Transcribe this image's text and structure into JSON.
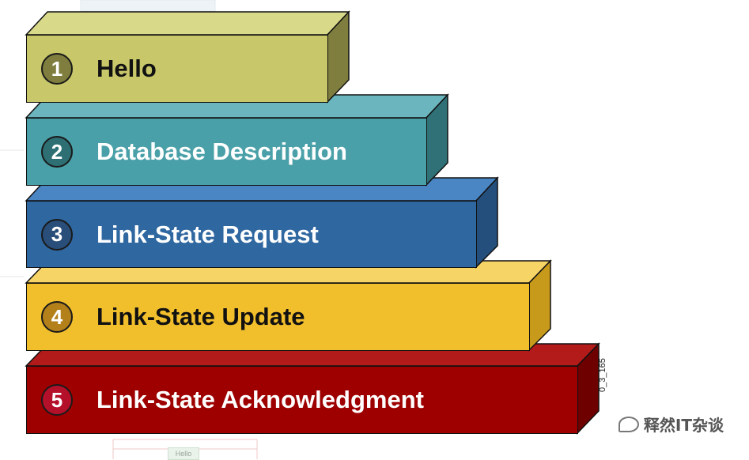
{
  "steps": [
    {
      "number": "1",
      "label": "Hello",
      "face": "#c8c76a",
      "top": "#d9d98a",
      "side": "#7f7e3e",
      "badge": "#7f7e3e",
      "text": "#111111"
    },
    {
      "number": "2",
      "label": "Database Description",
      "face": "#4aa0a8",
      "top": "#6bb6be",
      "side": "#2f7177",
      "badge": "#2d6f73",
      "text": "#ffffff"
    },
    {
      "number": "3",
      "label": "Link-State Request",
      "face": "#2f67a0",
      "top": "#4a86c4",
      "side": "#244f7c",
      "badge": "#284e79",
      "text": "#ffffff"
    },
    {
      "number": "4",
      "label": "Link-State Update",
      "face": "#f1be2c",
      "top": "#f7d466",
      "side": "#c79a1b",
      "badge": "#b3801a",
      "text": "#111111"
    },
    {
      "number": "5",
      "label": "Link-State Acknowledgment",
      "face": "#9e0000",
      "top": "#b31b1b",
      "side": "#6e0000",
      "badge": "#b5102a",
      "text": "#ffffff"
    }
  ],
  "side_code": "0_3_165",
  "watermark": "释然IT杂谈",
  "ghost_button": "Hello"
}
